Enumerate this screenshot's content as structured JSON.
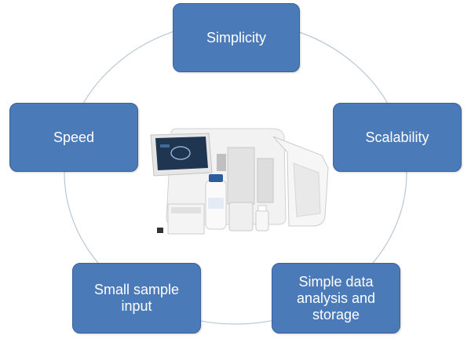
{
  "diagram": {
    "accent_color": "#4a7ab8",
    "ring_color": "#b8c8d8",
    "nodes": {
      "simplicity": "Simplicity",
      "speed": "Speed",
      "scalability": "Scalability",
      "small_sample_line1": "Small sample",
      "small_sample_line2": "input",
      "simple_data_line1": "Simple data",
      "simple_data_line2": "analysis and",
      "simple_data_line3": "storage"
    },
    "center_image": "benchtop-instrument-photo"
  }
}
